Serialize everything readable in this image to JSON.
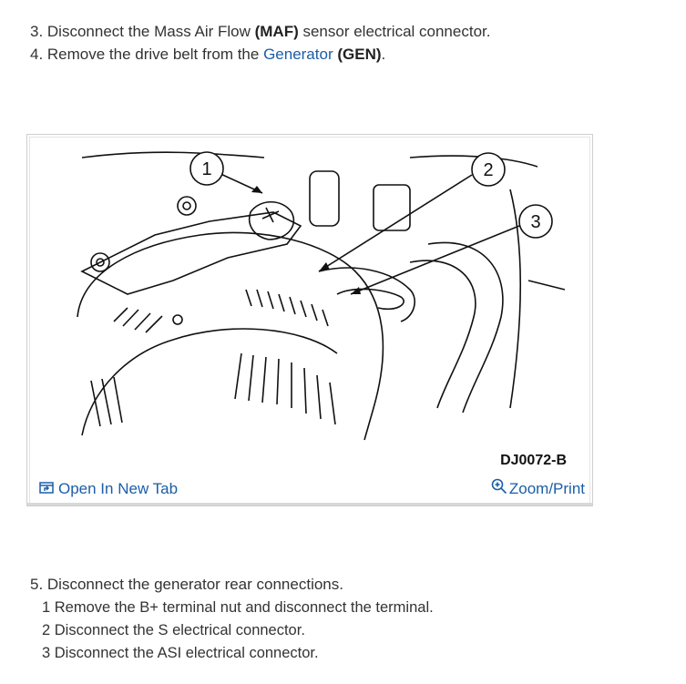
{
  "steps_top": {
    "step3": {
      "prefix": "3. Disconnect the Mass Air Flow ",
      "bold": "(MAF)",
      "suffix": " sensor electrical connector."
    },
    "step4": {
      "prefix": "4. Remove the drive belt from the ",
      "link": "Generator",
      "space": " ",
      "bold": "(GEN)",
      "suffix": "."
    }
  },
  "figure": {
    "callouts": [
      "1",
      "2",
      "3"
    ],
    "id_label": "DJ0072-B",
    "open_tab_label": "Open In New Tab",
    "zoom_label": "Zoom/Print"
  },
  "steps_bottom": {
    "step5": "5. Disconnect the generator rear connections.",
    "substeps": [
      "1  Remove the B+ terminal nut and disconnect the terminal.",
      "2  Disconnect the S electrical connector.",
      "3  Disconnect the ASI electrical connector."
    ]
  },
  "colors": {
    "link": "#1a5ea8",
    "text": "#333333"
  }
}
